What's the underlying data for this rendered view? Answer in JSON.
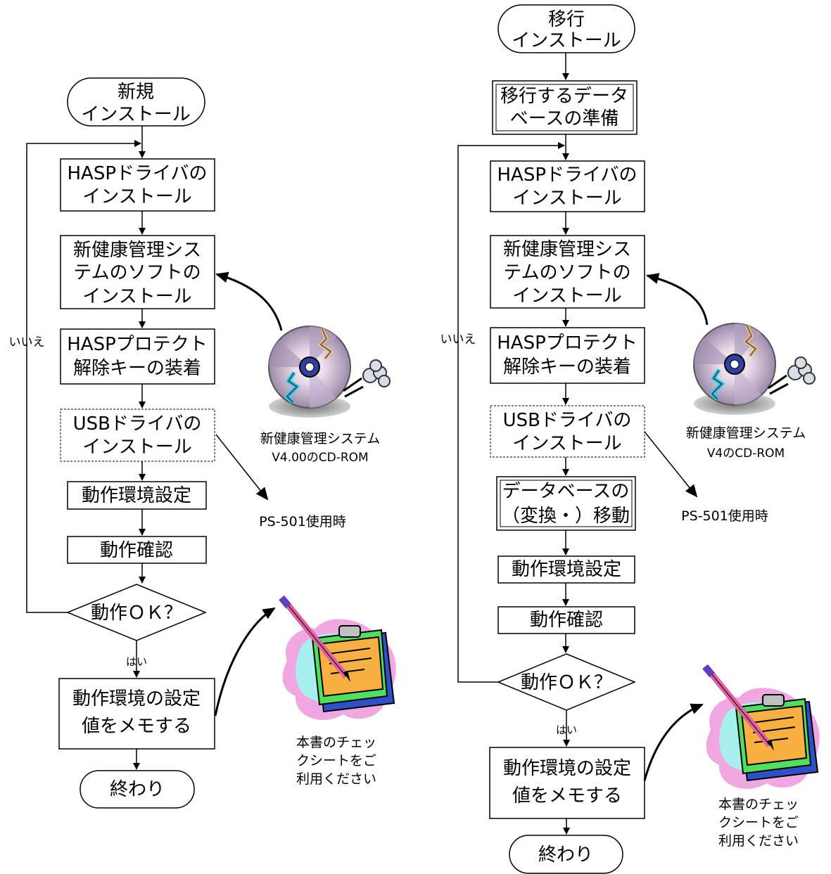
{
  "left_flow": {
    "start": [
      "新規",
      "インストール"
    ],
    "hasp_driver": [
      "HASPドライバの",
      "インストール"
    ],
    "software": [
      "新健康管理シス",
      "テムのソフトの",
      "インストール"
    ],
    "hasp_key": [
      "HASPプロテクト",
      "解除キーの装着"
    ],
    "usb_driver": [
      "USBドライバの",
      "インストール"
    ],
    "env_setting": "動作環境設定",
    "op_check": "動作確認",
    "decision": "動作ＯＫ？",
    "no_label": "いいえ",
    "yes_label": "はい",
    "memo": [
      "動作環境の設定",
      "値をメモする"
    ],
    "end": "終わり",
    "cd_caption": [
      "新健康管理システム",
      "V4.00のCD-ROM"
    ],
    "ps_note": "PS-501使用時",
    "sheet_note": [
      "本書のチェッ",
      "クシートをご",
      "利用ください"
    ]
  },
  "right_flow": {
    "start": [
      "移行",
      "インストール"
    ],
    "prepare_db": [
      "移行するデータ",
      "ベースの準備"
    ],
    "hasp_driver": [
      "HASPドライバの",
      "インストール"
    ],
    "software": [
      "新健康管理シス",
      "テムのソフトの",
      "インストール"
    ],
    "hasp_key": [
      "HASPプロテクト",
      "解除キーの装着"
    ],
    "usb_driver": [
      "USBドライバの",
      "インストール"
    ],
    "db_move": [
      "データベースの",
      "（変換・）移動"
    ],
    "env_setting": "動作環境設定",
    "op_check": "動作確認",
    "decision": "動作ＯＫ？",
    "no_label": "いいえ",
    "yes_label": "はい",
    "memo": [
      "動作環境の設定",
      "値をメモする"
    ],
    "end": "終わり",
    "cd_caption": [
      "新健康管理システム",
      "V4のCD-ROM"
    ],
    "ps_note": "PS-501使用時",
    "sheet_note": [
      "本書のチェッ",
      "クシートをご",
      "利用ください"
    ]
  },
  "icons": [
    "cd-rom-icon",
    "clipboard-pen-icon"
  ],
  "colors": {
    "line": "#000000",
    "disc_purple": "#c8b8d8",
    "clip_orange": "#f8b040",
    "clip_blue": "#3050c8",
    "clip_green": "#50e060"
  }
}
